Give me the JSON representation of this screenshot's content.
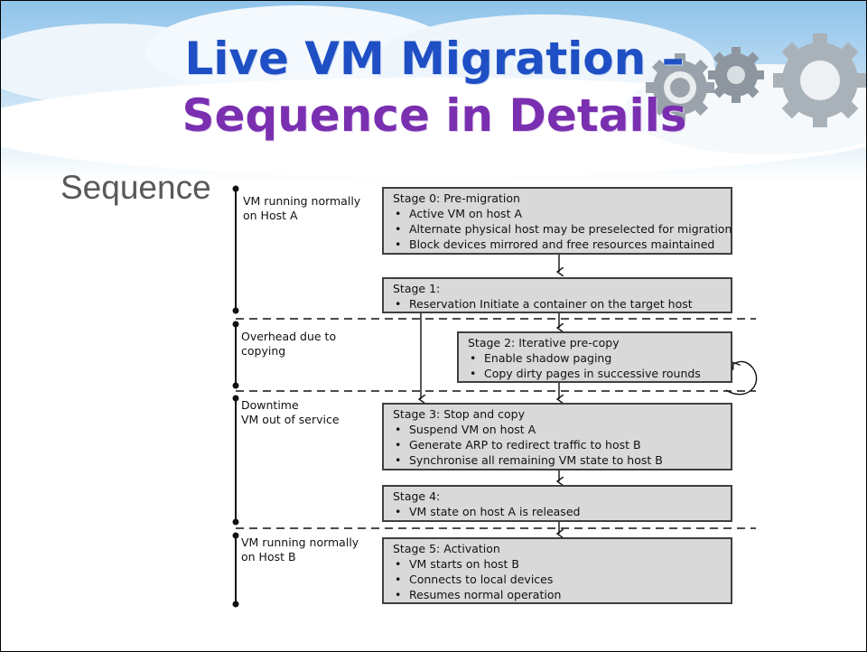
{
  "title": {
    "line1": "Live VM Migration –",
    "line2": "Sequence in Details"
  },
  "section_label": "Sequence",
  "phases": [
    {
      "label": "VM running normally\non Host A"
    },
    {
      "label": "Overhead due to\ncopying"
    },
    {
      "label": "Downtime\nVM out of service"
    },
    {
      "label": "VM running normally\non Host B"
    }
  ],
  "stages": [
    {
      "title": "Stage 0: Pre-migration",
      "items": [
        "Active VM on host A",
        "Alternate physical host may be preselected for migration",
        "Block devices mirrored and free resources maintained"
      ]
    },
    {
      "title": "Stage 1:",
      "items": [
        "Reservation Initiate a container on the target host"
      ]
    },
    {
      "title": "Stage 2: Iterative pre-copy",
      "items": [
        "Enable shadow paging",
        "Copy dirty pages in successive rounds"
      ]
    },
    {
      "title": "Stage 3: Stop and copy",
      "items": [
        "Suspend VM on host A",
        "Generate ARP to redirect traffic to host B",
        "Synchronise all remaining VM state to host B"
      ]
    },
    {
      "title": "Stage 4:",
      "items": [
        "VM state on host A is released"
      ]
    },
    {
      "title": "Stage 5: Activation",
      "items": [
        "VM starts on host B",
        "Connects to local devices",
        "Resumes normal operation"
      ]
    }
  ],
  "colors": {
    "title_blue": "#1f4fc4",
    "title_purple": "#7a2fb0",
    "box_fill": "#d9d9d9",
    "box_border": "#3f3f3f"
  }
}
